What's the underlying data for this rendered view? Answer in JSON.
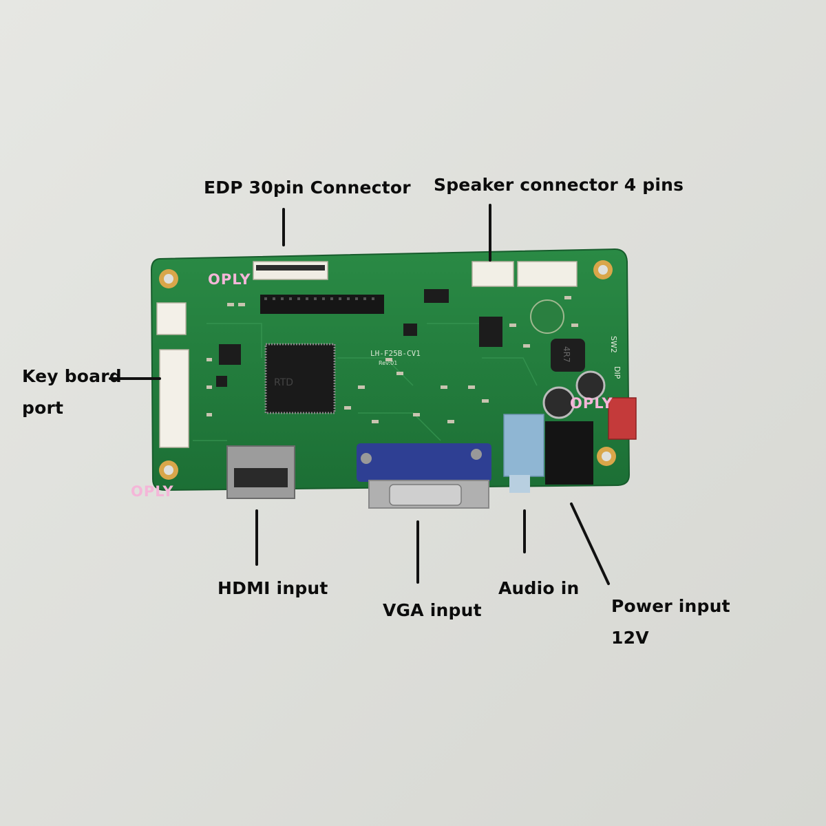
{
  "labels": {
    "edp": "EDP 30pin Connector",
    "speaker": "Speaker connector 4 pins",
    "keyboard_1": "Key board",
    "keyboard_2": "port",
    "hdmi": "HDMI input",
    "vga": "VGA input",
    "audio": "Audio in",
    "power_1": "Power input",
    "power_2": "12V"
  },
  "board": {
    "model": "LH-F25B-CV1",
    "rev": "Rev:01",
    "chip": "RTD",
    "inductor": "4R7",
    "sw_marks": [
      "SW2",
      "DIP"
    ]
  },
  "watermark": "OPLY",
  "colors": {
    "background": "#dfe0dc",
    "pcb": "#1f7a3a",
    "vga_blue": "#2e3f93",
    "audio_jack": "#8fb6d3",
    "power_header": "#c43a3a"
  }
}
